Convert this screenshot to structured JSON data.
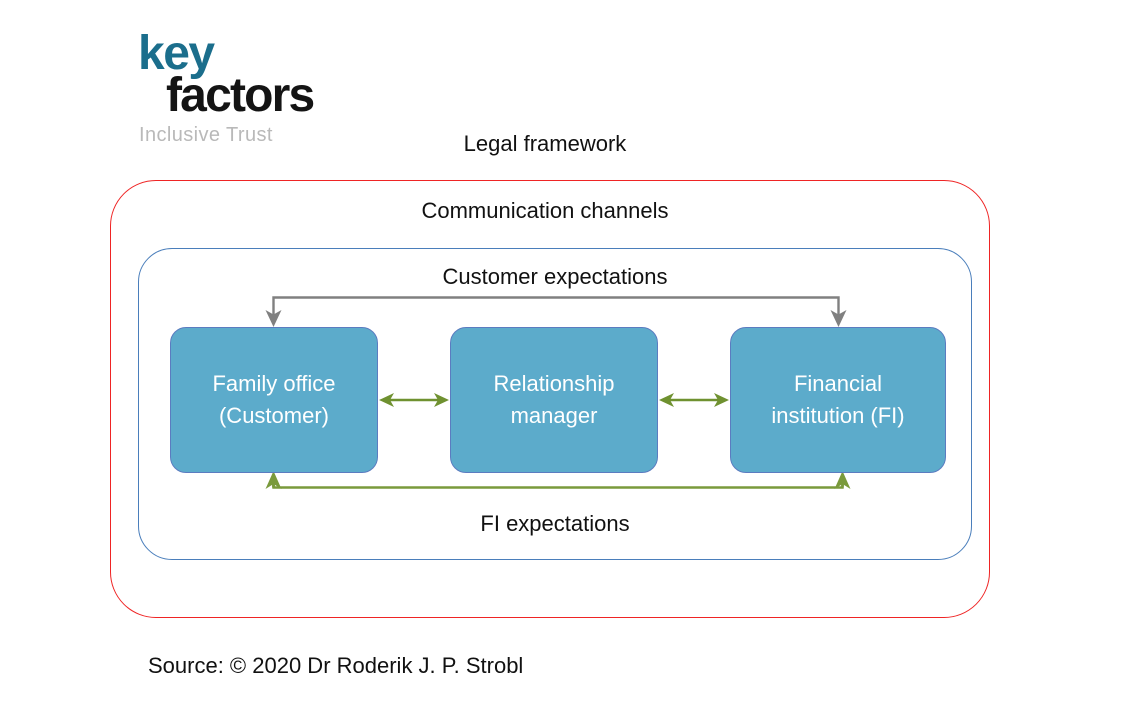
{
  "logo": {
    "line1": "key",
    "line2": "factors",
    "tagline": "Inclusive Trust",
    "color_primary": "#1b6e8c",
    "color_secondary": "#141414",
    "color_tagline": "#b9b9b9"
  },
  "frames": {
    "outer": {
      "label": "Legal framework",
      "border_color": "#ef2424"
    },
    "inner": {
      "label": "Communication channels",
      "border_color": "#4a7ebb"
    }
  },
  "flows": {
    "top": {
      "label": "Customer expectations",
      "color": "#808080",
      "direction": "from-financial-institution-to-family-office",
      "arrowheads": [
        "down-left",
        "down-right"
      ]
    },
    "bottom": {
      "label": "FI expectations",
      "color": "#7a9a3c",
      "direction": "from-family-office-to-financial-institution",
      "arrowheads": [
        "up-left",
        "up-right"
      ]
    },
    "between": {
      "color": "#6f9130",
      "style": "double-headed",
      "count": 2
    }
  },
  "nodes": [
    {
      "id": "family-office",
      "label": "Family office\n(Customer)"
    },
    {
      "id": "relationship-manager",
      "label": "Relationship\nmanager"
    },
    {
      "id": "financial-institution",
      "label": "Financial\ninstitution (FI)"
    }
  ],
  "node_style": {
    "fill": "#5cabcb",
    "stroke": "#5b7cc0",
    "text_color": "#ffffff"
  },
  "source": {
    "text": "Source: © 2020 Dr Roderik J. P. Strobl"
  }
}
